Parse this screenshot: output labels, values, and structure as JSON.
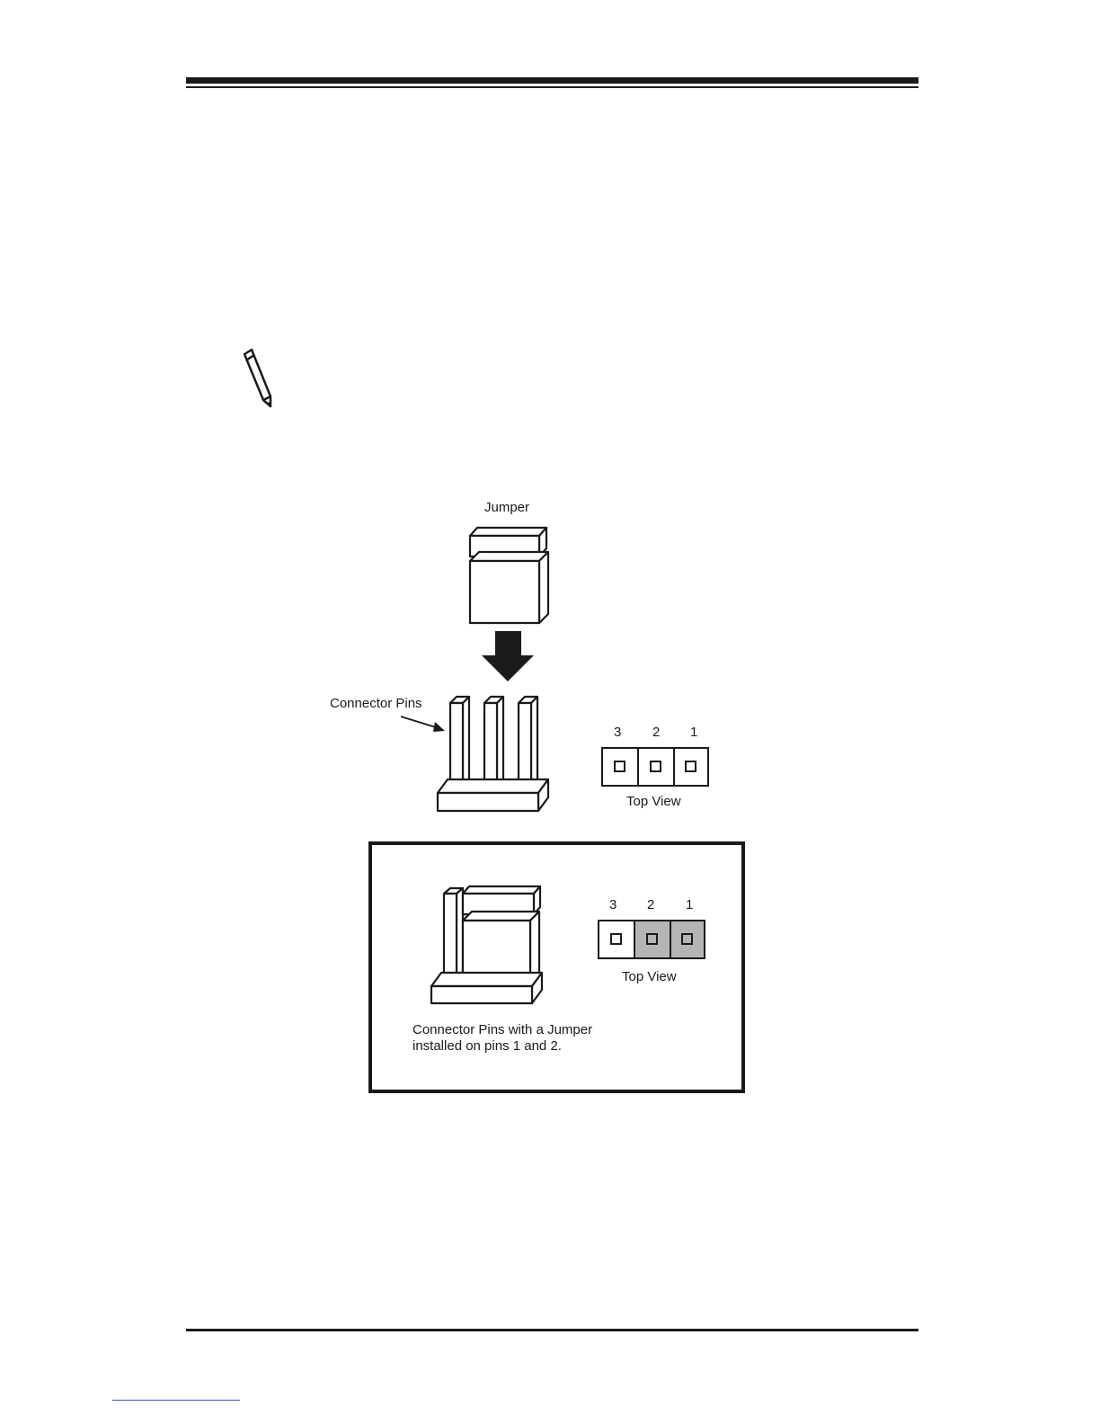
{
  "figure": {
    "jumper_label": "Jumper",
    "connector_pins_label": "Connector Pins",
    "pin_numbers": [
      "3",
      "2",
      "1"
    ],
    "top_view_label": "Top View",
    "installed": {
      "pin_numbers": [
        "3",
        "2",
        "1"
      ],
      "top_view_label": "Top View",
      "caption_line1": "Connector Pins with a Jumper",
      "caption_line2": "installed on pins 1 and 2."
    }
  },
  "colors": {
    "ink": "#1a1a1a",
    "jumper_shade": "#b5b5b5",
    "link": "#3355cc"
  },
  "icons": [
    "pencil-icon",
    "down-arrow-icon"
  ]
}
